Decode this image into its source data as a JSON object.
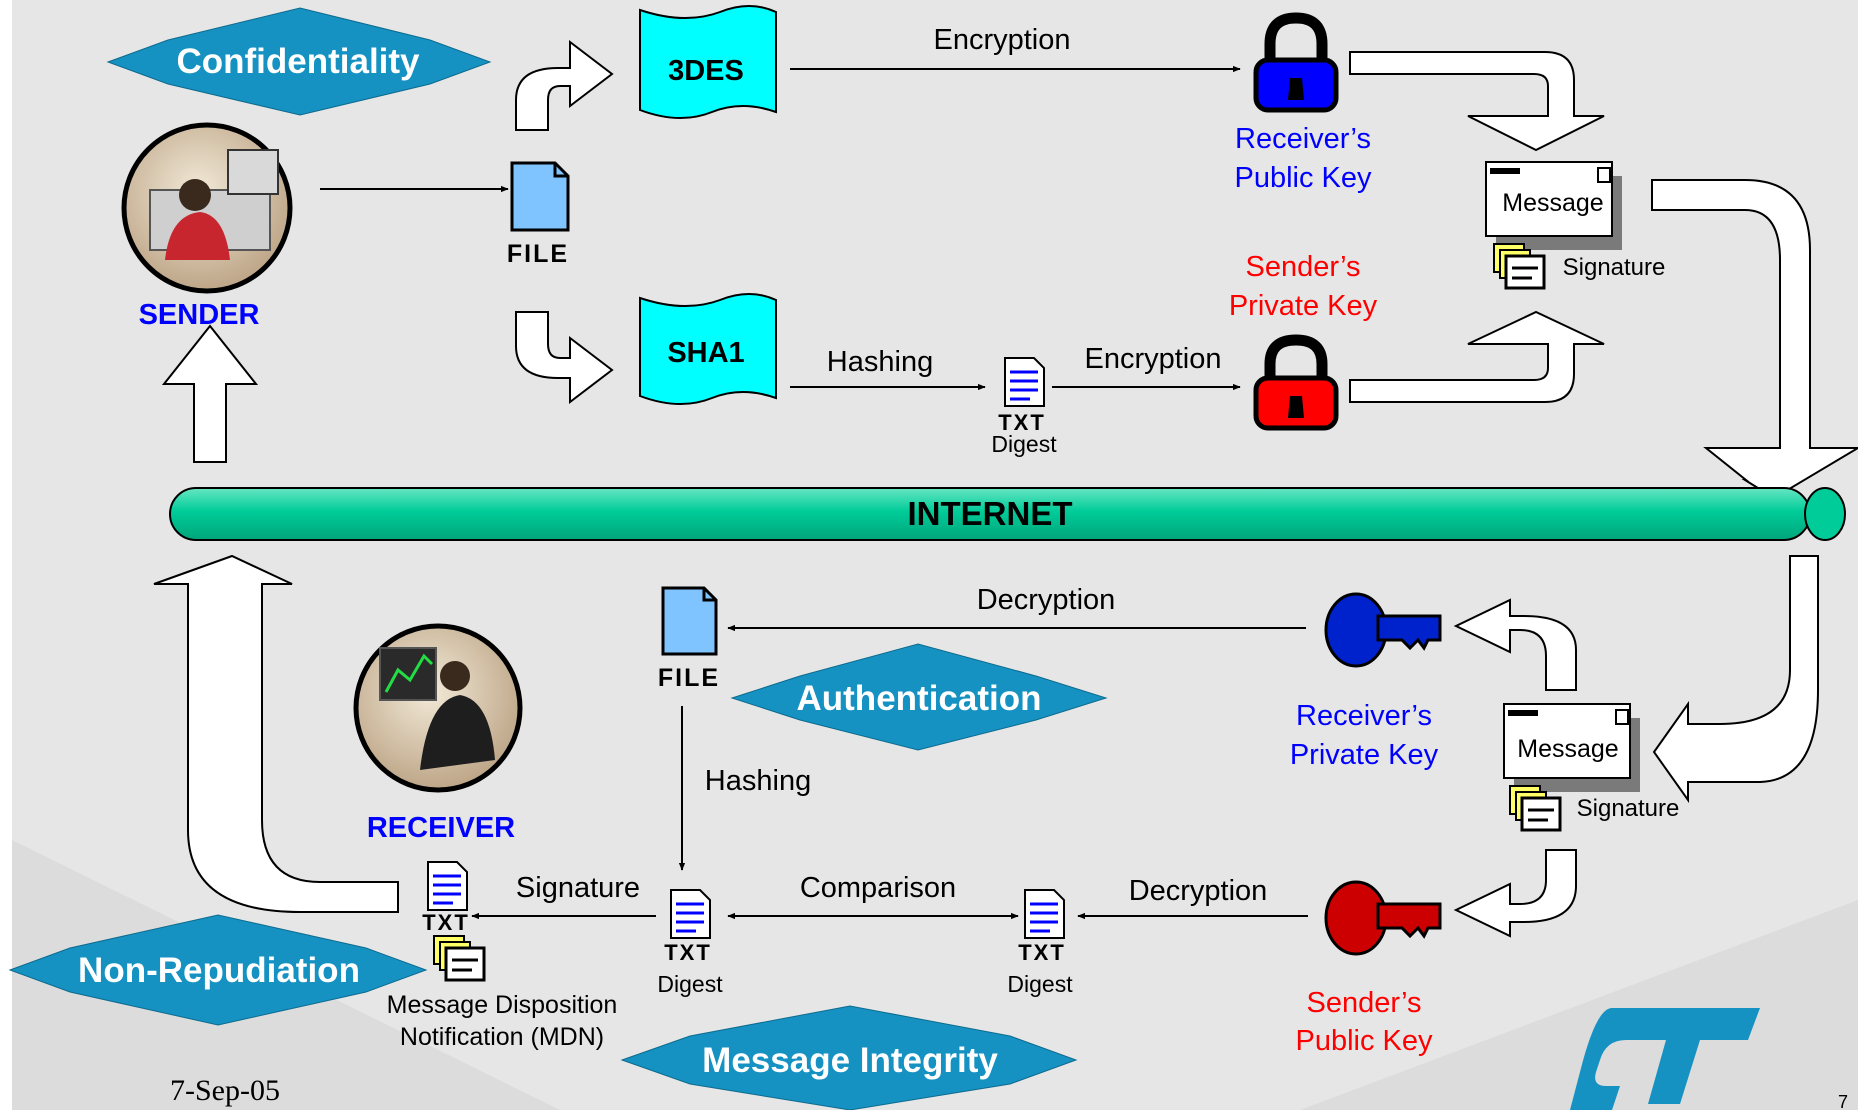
{
  "colors": {
    "page": "#ffffff",
    "background": "#e6e6e6",
    "banner": "#1592c2",
    "pipe": "#00cc99",
    "wave": "#00ffff",
    "file": "#7fc4ff",
    "blue_text": "#0000ff",
    "red_text": "#ff0000",
    "blue_lock": "#0000ff",
    "red_lock": "#ff0000",
    "blue_key": "#0022cc",
    "red_key": "#cc0000",
    "logo": "#1592c2",
    "envelope_yellow": "#ffff66"
  },
  "banners": {
    "confidentiality": "Confidentiality",
    "authentication": "Authentication",
    "non_repudiation": "Non-Repudiation",
    "message_integrity": "Message Integrity"
  },
  "internet": "INTERNET",
  "sender": {
    "label": "SENDER",
    "file": "FILE",
    "algo_encrypt": "3DES",
    "algo_hash": "SHA1",
    "encryption_top": "Encryption",
    "hashing": "Hashing",
    "encryption_bottom": "Encryption",
    "digest_icon": "TXT",
    "digest": "Digest",
    "receivers_public_key": [
      "Receiver’s",
      "Public Key"
    ],
    "senders_private_key": [
      "Sender’s",
      "Private Key"
    ],
    "message": "Message",
    "signature": "Signature"
  },
  "receiver": {
    "label": "RECEIVER",
    "file": "FILE",
    "decryption_top": "Decryption",
    "hashing": "Hashing",
    "signature_arrow": "Signature",
    "comparison": "Comparison",
    "decryption_bottom": "Decryption",
    "digest_icon": "TXT",
    "digest_left": "Digest",
    "digest_right": "Digest",
    "mdn": [
      "Message Disposition",
      "Notification (MDN)"
    ],
    "receivers_private_key": [
      "Receiver’s",
      "Private Key"
    ],
    "senders_public_key": [
      "Sender’s",
      "Public Key"
    ],
    "message": "Message",
    "signature": "Signature"
  },
  "footer": {
    "date": "7-Sep-05",
    "page_mark": "7"
  },
  "icons": {
    "sender_avatar": "computer-user-icon",
    "receiver_avatar": "computer-user-icon",
    "file": "document-icon",
    "digest": "text-document-icon",
    "lock": "padlock-icon",
    "key": "key-icon",
    "envelope": "envelope-icon",
    "logo": "st-logo-icon"
  }
}
